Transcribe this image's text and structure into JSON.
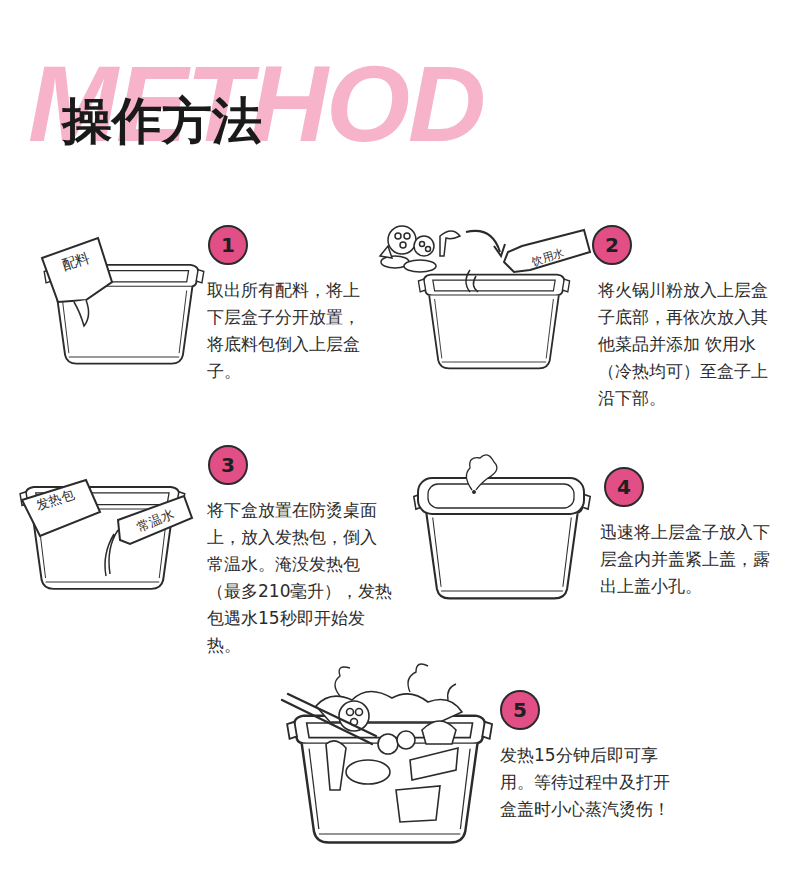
{
  "diagram": {
    "title": "操作方法",
    "nodes": [
      {
        "text": [
          "1"
        ]
      },
      {
        "text": [
          "2"
        ]
      },
      {
        "text": [
          "3"
        ]
      },
      {
        "text": [
          "4"
        ]
      },
      {
        "text": [
          "5"
        ]
      }
    ],
    "labels": [
      "METHOD",
      "配料",
      "取出所有配料，将上下层盒子分开放置，将底料包倒入上层盒子。",
      "饮用水",
      "将火锅川粉放入上层盒子底部，再依次放入其他菜品并添加 饮用水（冷热均可）至盒子上沿下部。",
      "发热包",
      "常温水",
      "将下盒放置在防烫桌面上，放入发热包，倒入常温水。淹没发热包（最多210毫升），发热包遇水15秒即开始发热。",
      "迅速将上层盒子放入下层盒内并盖紧上盖，露出上盖小孔。",
      "发热15分钟后即可享用。等待过程中及打开盒盖时小心蒸汽烫伤！"
    ]
  }
}
